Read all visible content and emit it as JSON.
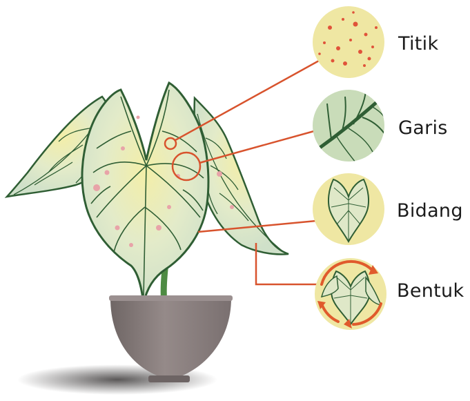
{
  "labels": {
    "titik": "Titik",
    "garis": "Garis",
    "bidang": "Bidang",
    "bentuk": "Bentuk"
  },
  "colors": {
    "circle_bg": "#efe7a3",
    "leader_line": "#d8532d",
    "leaf_fill": "#dfe8c8",
    "leaf_center": "#f1eca6",
    "vein": "#2f5e34",
    "spot": "#e8a3a8",
    "pot": "#8b807f",
    "stem": "#4e8b43",
    "shadow": "#5e5a5a"
  }
}
